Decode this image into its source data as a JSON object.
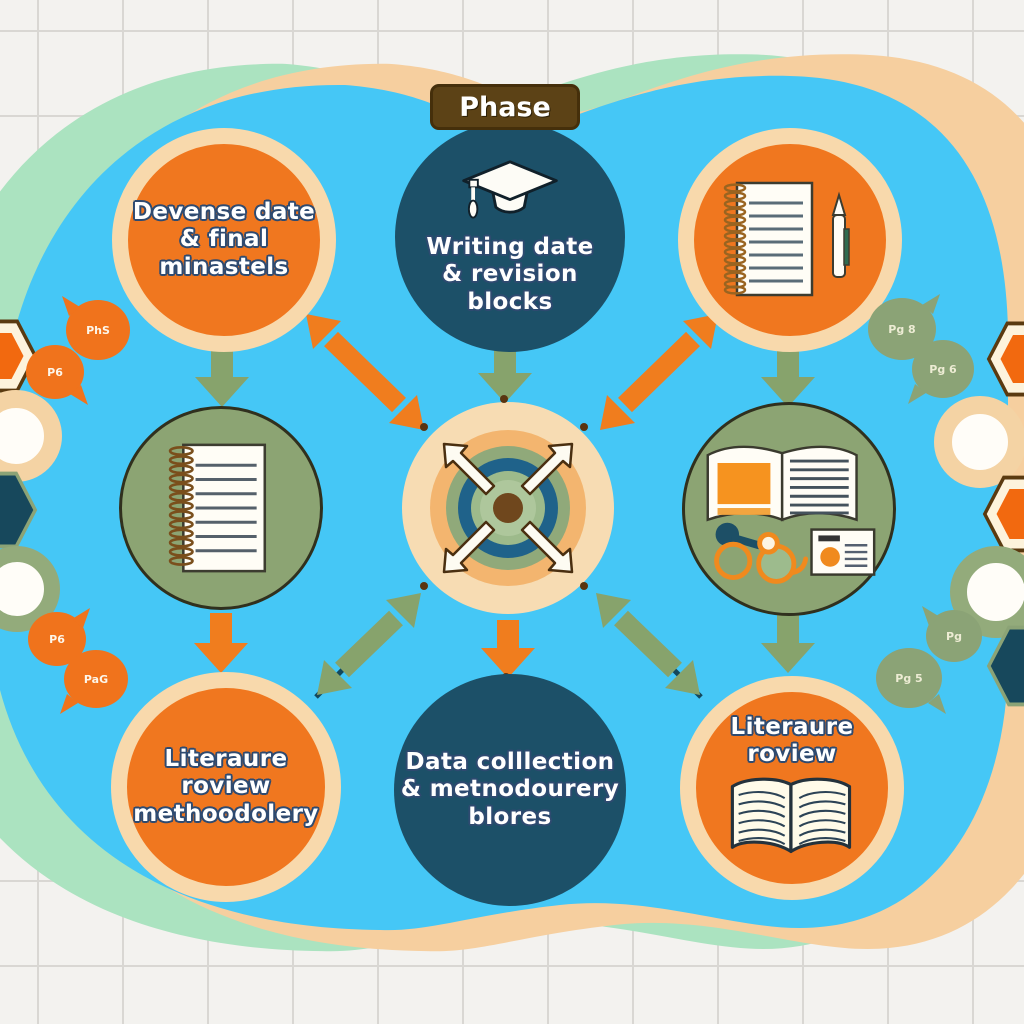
{
  "title": {
    "label": "Phase"
  },
  "nodes": {
    "top_left": {
      "lines": [
        "Devense date",
        "& final minastels"
      ],
      "color": "#f0771f"
    },
    "top_center": {
      "lines": [
        "Writing date",
        "& revision",
        "blocks"
      ],
      "icon": "graduation-cap-icon",
      "color": "#1c5068"
    },
    "top_right": {
      "icon": "notebook-and-pen-icon",
      "color": "#f0771f"
    },
    "mid_left": {
      "icon": "spiral-notebook-icon",
      "color": "#8ca473"
    },
    "center": {
      "icon": "target-with-arrows-icon",
      "color": "#f7dcb3"
    },
    "mid_right": {
      "icon": "open-book-card-glasses-icon",
      "color": "#8ca473"
    },
    "bottom_left": {
      "lines": [
        "Literaure roview",
        "methoodolery"
      ],
      "color": "#f0771f"
    },
    "bottom_center": {
      "lines": [
        "Data colllection",
        "& metnodourery",
        "blores"
      ],
      "color": "#1c5068"
    },
    "bottom_right": {
      "lines": [
        "Literaure roview"
      ],
      "icon": "open-book-icon",
      "color": "#f0771f"
    }
  },
  "decor": {
    "left_bubbles": [
      {
        "text": "PhS"
      },
      {
        "text": "P6"
      },
      {
        "text": "P6"
      },
      {
        "text": "PaG"
      }
    ],
    "right_bubbles": [
      {
        "text": "Pg 8"
      },
      {
        "text": "Pg 6"
      },
      {
        "text": "Pg"
      },
      {
        "text": "Pg 5"
      }
    ]
  },
  "colors": {
    "background_blue": "#45c7f6",
    "mint_band": "#abe3c0",
    "peach_band": "#f6cf9f",
    "orange_node": "#f0771f",
    "peach_ring": "#f8d9ac",
    "teal_node": "#1c5068",
    "sage_node": "#8ca473",
    "green_arrow": "#87a36c",
    "orange_arrow": "#f07d1e",
    "title_brown": "#5c4216"
  }
}
